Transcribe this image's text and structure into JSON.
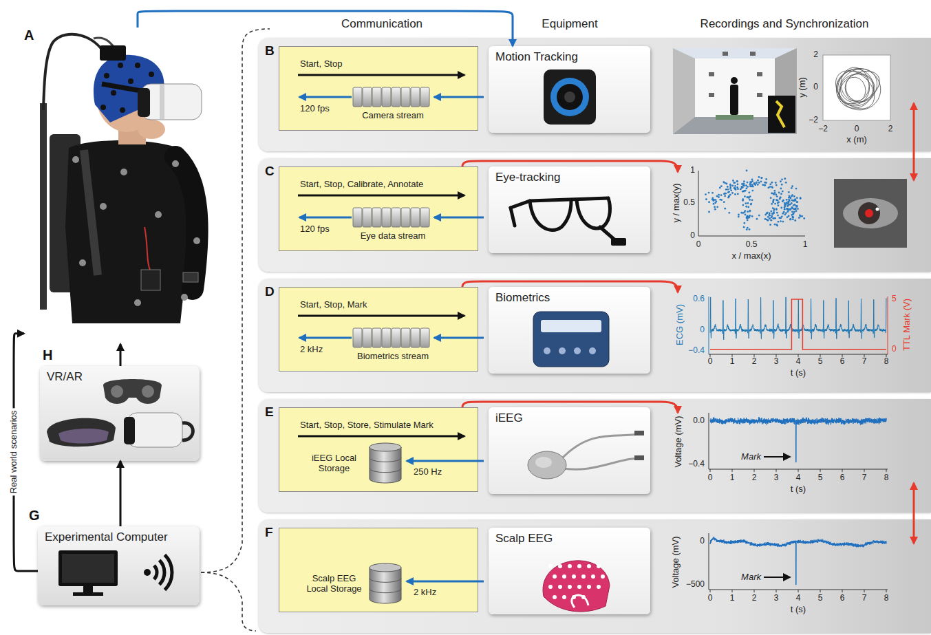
{
  "diagram": {
    "nodes": [
      {
        "text": [
          "A"
        ]
      },
      {
        "text": [
          "B"
        ]
      },
      {
        "text": [
          "Start, Stop",
          "120 fps",
          "Camera stream"
        ],
        "in": 1
      },
      {
        "text": [
          "Motion Tracking"
        ],
        "in": 1
      },
      {
        "text": [
          "C"
        ]
      },
      {
        "text": [
          "Start, Stop, Calibrate, Annotate",
          "120 fps",
          "Eye data stream"
        ],
        "in": 4
      },
      {
        "text": [
          "Eye-tracking"
        ],
        "in": 4
      },
      {
        "text": [
          "D"
        ]
      },
      {
        "text": [
          "Start, Stop, Mark",
          "2 kHz",
          "Biometrics stream"
        ],
        "in": 7
      },
      {
        "text": [
          "Biometrics"
        ],
        "in": 7
      },
      {
        "text": [
          "E"
        ]
      },
      {
        "text": [
          "Start, Stop, Store, Stimulate Mark",
          "iEEG Local Storage",
          "250 Hz"
        ],
        "in": 10
      },
      {
        "text": [
          "iEEG"
        ],
        "in": 10
      },
      {
        "text": [
          "F"
        ]
      },
      {
        "text": [
          "Scalp EEG Local Storage",
          "2 kHz"
        ],
        "in": 13
      },
      {
        "text": [
          "Scalp EEG"
        ],
        "in": 13
      },
      {
        "text": [
          "H",
          "VR/AR"
        ]
      },
      {
        "text": [
          "G",
          "Experimental Computer"
        ]
      }
    ],
    "edges": [
      {
        "from": 0,
        "to": 3,
        "arrow": "to"
      },
      {
        "from": 17,
        "to": 16,
        "arrow": "to"
      },
      {
        "from": 16,
        "to": 0,
        "arrow": "to"
      },
      {
        "from": 17,
        "to": 0,
        "label": "Real world scenarios",
        "arrow": "to"
      }
    ],
    "labels": [
      "Communication",
      "Equipment",
      "Recordings and Synchronization",
      "2",
      "0",
      "−2",
      "y (m)",
      "−2",
      "0",
      "2",
      "x (m)",
      "1",
      "0.5",
      "0",
      "y / max(y)",
      "0",
      "0.5",
      "1",
      "x / max(x)",
      "0.6",
      "0",
      "−0.4",
      "ECG (mV)",
      "5",
      "0",
      "TTL Mark (V)",
      "0",
      "1",
      "2",
      "3",
      "4",
      "5",
      "6",
      "7",
      "8",
      "t (s)",
      "0.0",
      "−0.4",
      "Voltage (mV)",
      "Mark",
      "0",
      "1",
      "2",
      "3",
      "4",
      "5",
      "6",
      "7",
      "8",
      "t (s)",
      "0",
      "−500",
      "Voltage (mV)",
      "Mark",
      "0",
      "1",
      "2",
      "3",
      "4",
      "5",
      "6",
      "7",
      "8",
      "t (s)"
    ]
  }
}
